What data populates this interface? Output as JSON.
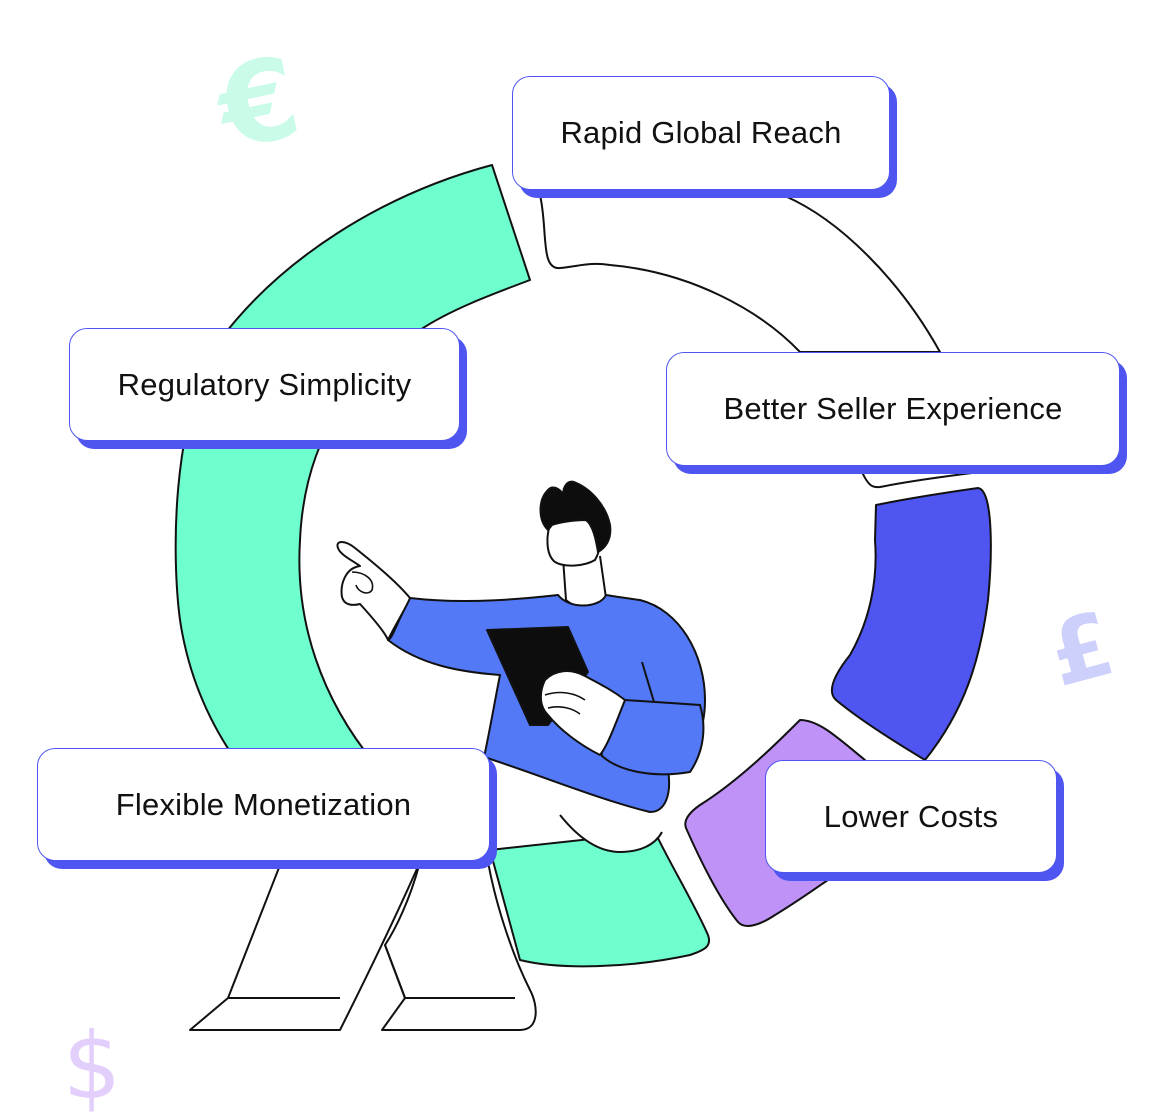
{
  "diagram": {
    "labels": {
      "rapid_global_reach": "Rapid Global Reach",
      "regulatory_simplicity": "Regulatory Simplicity",
      "better_seller_experience": "Better Seller Experience",
      "flexible_monetization": "Flexible Monetization",
      "lower_costs": "Lower Costs"
    },
    "currency_symbols": {
      "euro": "€",
      "pound": "£",
      "dollar": "$"
    }
  },
  "colors": {
    "mint": "#6fffce",
    "indigo": "#4f55f0",
    "lavender": "#bf92f8",
    "shirt_blue": "#5479f7",
    "outline": "#111111",
    "euro_tint": "#c9fbe8",
    "pound_tint": "#cdd0fb",
    "dollar_tint": "#e3cffb"
  }
}
